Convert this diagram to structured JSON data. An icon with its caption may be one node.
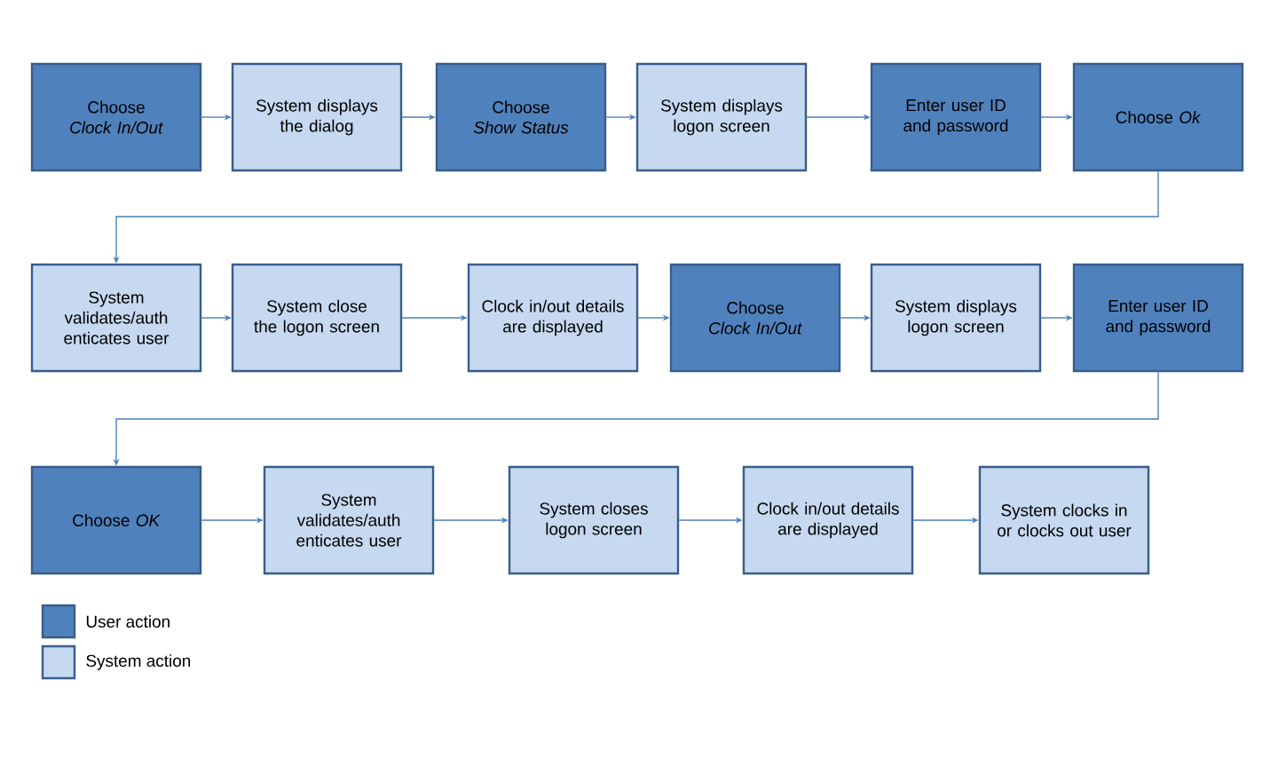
{
  "diagram": {
    "nodes": [
      {
        "text": [
          "Choose *Clock In/Out*"
        ]
      },
      {
        "text": [
          "System displays the dialog"
        ]
      },
      {
        "text": [
          "Choose *Show Status*"
        ]
      },
      {
        "text": [
          "System displays logon screen"
        ]
      },
      {
        "text": [
          "Enter user ID and password"
        ]
      },
      {
        "text": [
          "Choose *Ok*"
        ]
      },
      {
        "text": [
          "System validates/auth enticates user"
        ]
      },
      {
        "text": [
          "System close the logon screen"
        ]
      },
      {
        "text": [
          "Clock in/out details are displayed"
        ]
      },
      {
        "text": [
          "Choose *Clock In/Out*"
        ]
      },
      {
        "text": [
          "System displays logon screen"
        ]
      },
      {
        "text": [
          "Enter user ID and password"
        ]
      },
      {
        "text": [
          "Choose *OK*"
        ]
      },
      {
        "text": [
          "System validates/auth enticates user"
        ]
      },
      {
        "text": [
          "System closes logon screen"
        ]
      },
      {
        "text": [
          "Clock in/out details are displayed"
        ]
      },
      {
        "text": [
          "System clocks in or clocks out user"
        ]
      }
    ],
    "edges": [
      {
        "from": 0,
        "to": 1,
        "arrow": "to"
      },
      {
        "from": 1,
        "to": 2,
        "arrow": "to"
      },
      {
        "from": 2,
        "to": 3,
        "arrow": "to"
      },
      {
        "from": 3,
        "to": 4,
        "arrow": "to"
      },
      {
        "from": 4,
        "to": 5,
        "arrow": "to"
      },
      {
        "from": 5,
        "to": 6,
        "arrow": "to"
      },
      {
        "from": 6,
        "to": 7,
        "arrow": "to"
      },
      {
        "from": 7,
        "to": 8,
        "arrow": "to"
      },
      {
        "from": 8,
        "to": 9,
        "arrow": "to"
      },
      {
        "from": 9,
        "to": 10,
        "arrow": "to"
      },
      {
        "from": 10,
        "to": 11,
        "arrow": "to"
      },
      {
        "from": 11,
        "to": 12,
        "arrow": "to"
      },
      {
        "from": 12,
        "to": 13,
        "arrow": "to"
      },
      {
        "from": 13,
        "to": 14,
        "arrow": "to"
      },
      {
        "from": 14,
        "to": 15,
        "arrow": "to"
      },
      {
        "from": 15,
        "to": 16,
        "arrow": "to"
      }
    ],
    "legend": [
      {
        "text": "User action",
        "color": "#4f81bd"
      },
      {
        "text": "System action",
        "color": "#c6d9f0"
      }
    ]
  }
}
